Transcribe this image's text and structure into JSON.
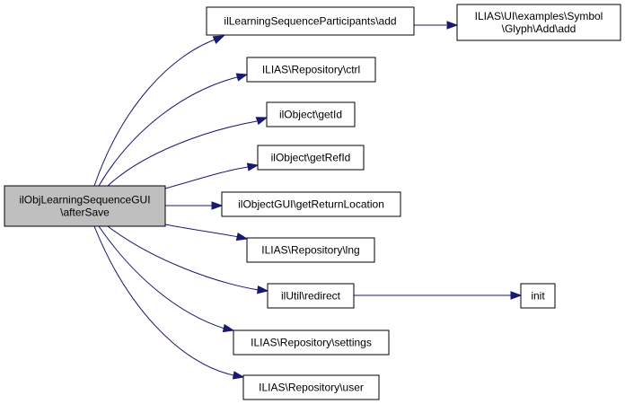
{
  "diagram": {
    "type": "call-graph",
    "colors": {
      "root_fill": "#bfbfbf",
      "node_fill": "#ffffff",
      "border": "#000000",
      "edge": "#191970"
    },
    "nodes": [
      {
        "id": "root",
        "lines": [
          "ilObjLearningSequenceGUI",
          "\\afterSave"
        ],
        "root": true
      },
      {
        "id": "participants_add",
        "lines": [
          "ilLearningSequenceParticipants\\add"
        ]
      },
      {
        "id": "glyph_add",
        "lines": [
          "ILIAS\\UI\\examples\\Symbol",
          "\\Glyph\\Add\\add"
        ]
      },
      {
        "id": "ctrl",
        "lines": [
          "ILIAS\\Repository\\ctrl"
        ]
      },
      {
        "id": "getid",
        "lines": [
          "ilObject\\getId"
        ]
      },
      {
        "id": "getrefid",
        "lines": [
          "ilObject\\getRefId"
        ]
      },
      {
        "id": "getreturnlocation",
        "lines": [
          "ilObjectGUI\\getReturnLocation"
        ]
      },
      {
        "id": "lng",
        "lines": [
          "ILIAS\\Repository\\lng"
        ]
      },
      {
        "id": "redirect",
        "lines": [
          "ilUtil\\redirect"
        ]
      },
      {
        "id": "init",
        "lines": [
          "init"
        ]
      },
      {
        "id": "settings",
        "lines": [
          "ILIAS\\Repository\\settings"
        ]
      },
      {
        "id": "user",
        "lines": [
          "ILIAS\\Repository\\user"
        ]
      }
    ],
    "edges": [
      {
        "from": "root",
        "to": "participants_add"
      },
      {
        "from": "participants_add",
        "to": "glyph_add"
      },
      {
        "from": "root",
        "to": "ctrl"
      },
      {
        "from": "root",
        "to": "getid"
      },
      {
        "from": "root",
        "to": "getrefid"
      },
      {
        "from": "root",
        "to": "getreturnlocation"
      },
      {
        "from": "root",
        "to": "lng"
      },
      {
        "from": "root",
        "to": "redirect"
      },
      {
        "from": "redirect",
        "to": "init"
      },
      {
        "from": "root",
        "to": "settings"
      },
      {
        "from": "root",
        "to": "user"
      }
    ]
  }
}
